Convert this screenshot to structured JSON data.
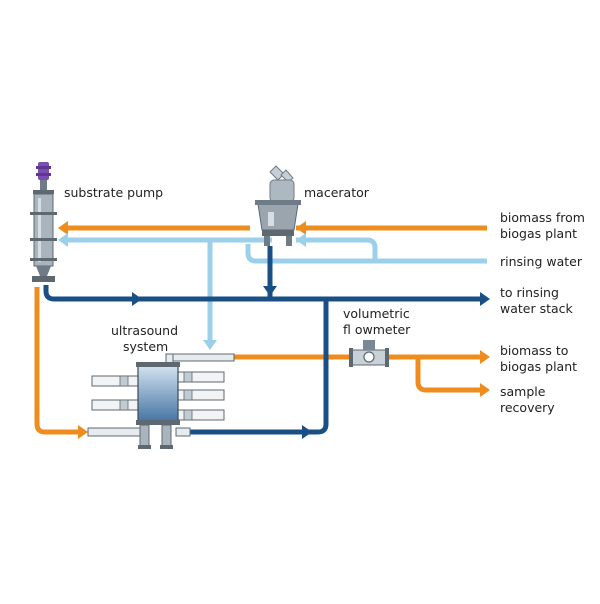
{
  "colors": {
    "biomass": "#ef8c1e",
    "rinsing_water": "#9ccfea",
    "rinsing_return": "#1a4f86",
    "equipment": "#7a8794"
  },
  "labels": {
    "substrate_pump": "substrate pump",
    "macerator": "macerator",
    "biomass_from_line1": "biomass from",
    "biomass_from_line2": "biogas plant",
    "rinsing_water": "rinsing water",
    "to_rinsing_line1": "to rinsing",
    "to_rinsing_line2": "water stack",
    "flowmeter_line1": "volumetric",
    "flowmeter_line2": "fl owmeter",
    "ultrasound_line1": "ultrasound",
    "ultrasound_line2": "system",
    "biomass_to_line1": "biomass to",
    "biomass_to_line2": "biogas plant",
    "sample_line1": "sample",
    "sample_line2": "recovery"
  }
}
